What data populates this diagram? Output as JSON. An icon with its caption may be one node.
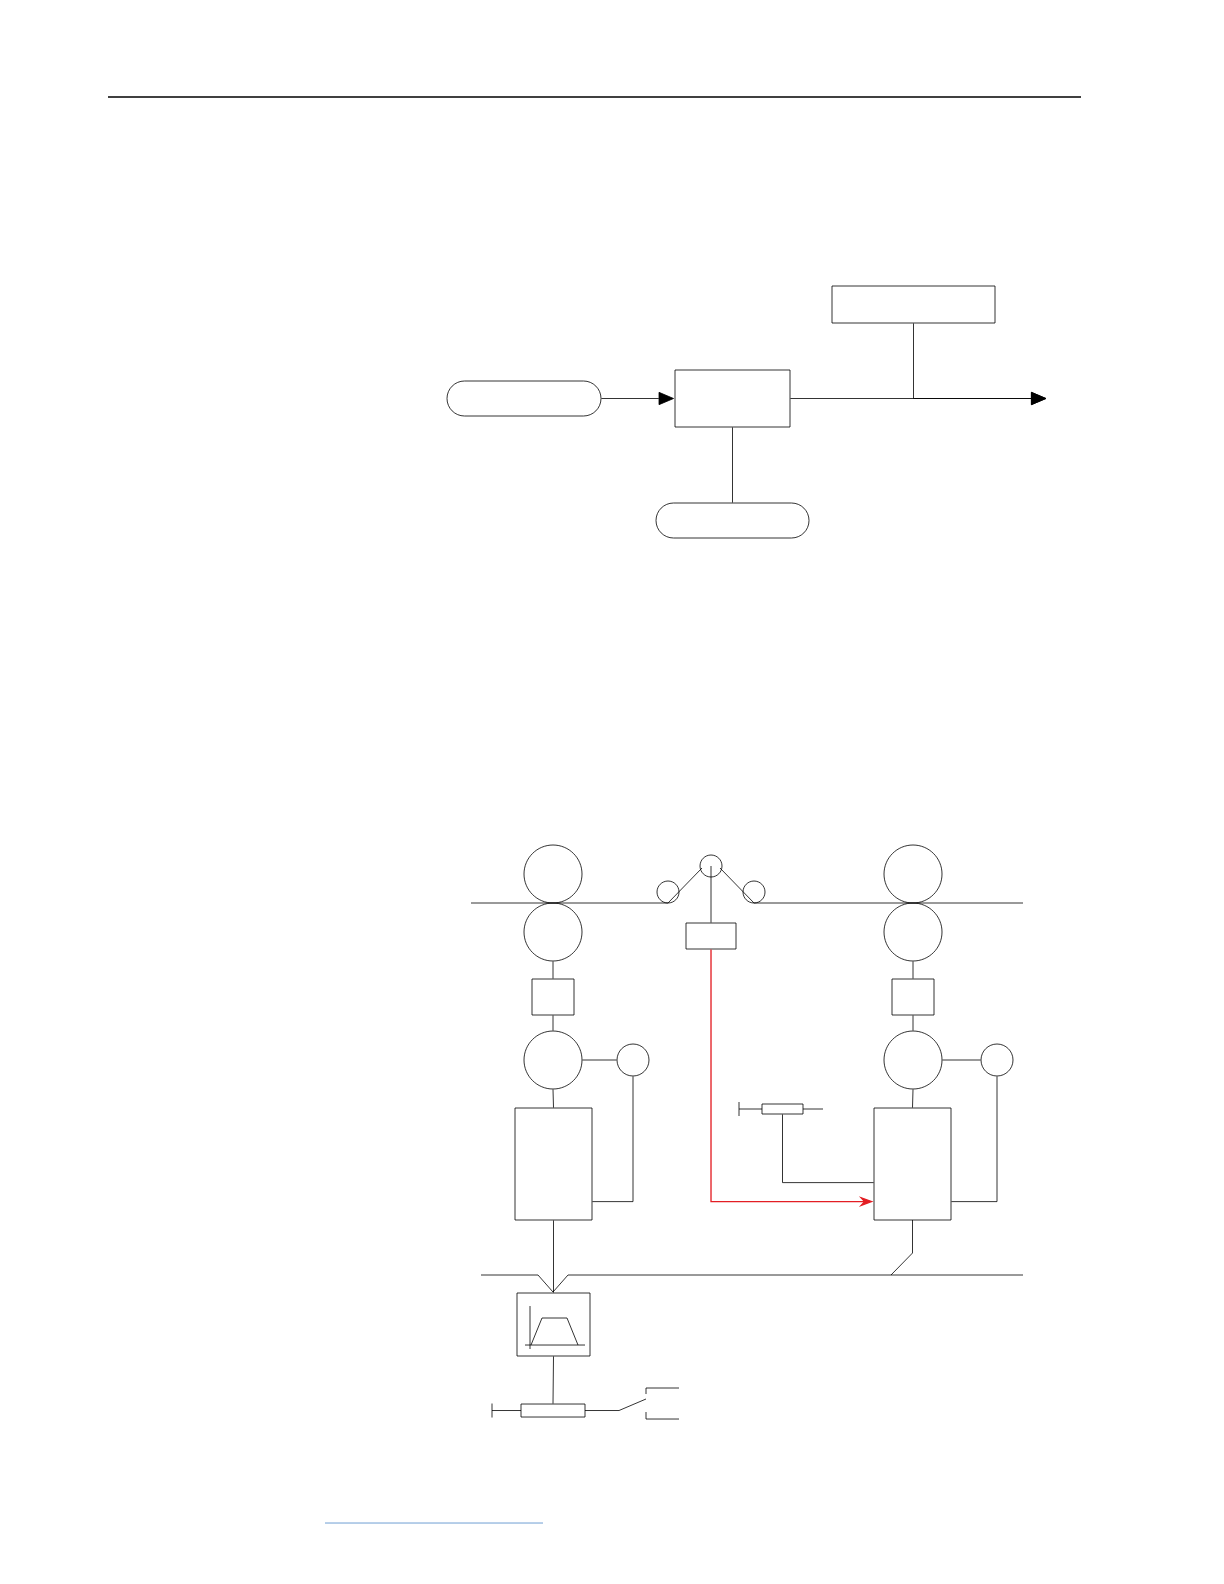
{
  "diagram": {
    "nodes": [
      {
        "text": [],
        "shape": "box"
      },
      {
        "text": [],
        "shape": "pill"
      },
      {
        "text": [],
        "shape": "box"
      },
      {
        "text": [],
        "shape": "pill"
      },
      {
        "text": [],
        "shape": "circle"
      },
      {
        "text": [],
        "shape": "circle"
      },
      {
        "text": [],
        "shape": "circle"
      },
      {
        "text": [],
        "shape": "circle"
      },
      {
        "text": [],
        "shape": "circle"
      },
      {
        "text": [],
        "shape": "circle"
      },
      {
        "text": [],
        "shape": "circle"
      },
      {
        "text": [],
        "shape": "box"
      },
      {
        "text": [],
        "shape": "box"
      },
      {
        "text": [],
        "shape": "box"
      },
      {
        "text": [],
        "shape": "circle"
      },
      {
        "text": [],
        "shape": "circle"
      },
      {
        "text": [],
        "shape": "circle"
      },
      {
        "text": [],
        "shape": "circle"
      },
      {
        "text": [],
        "shape": "resistor"
      },
      {
        "text": [],
        "shape": "box"
      },
      {
        "text": [],
        "shape": "box"
      },
      {
        "text": [],
        "shape": "box"
      },
      {
        "text": [],
        "shape": "resistor"
      }
    ],
    "edges": [
      {
        "from": 1,
        "to": 2,
        "arrow": "to"
      },
      {
        "from": 2,
        "to": null,
        "arrow": "to"
      },
      {
        "from": 0,
        "to": null,
        "arrow": "to"
      },
      {
        "from": 3,
        "to": 2,
        "arrow": "none"
      },
      {
        "from": 5,
        "to": 11,
        "arrow": "none"
      },
      {
        "from": 9,
        "to": 12,
        "arrow": "none"
      },
      {
        "from": 12,
        "to": 14,
        "arrow": "none"
      },
      {
        "from": 14,
        "to": 15,
        "arrow": "none"
      },
      {
        "from": 14,
        "to": 19,
        "arrow": "none"
      },
      {
        "from": 15,
        "to": 19,
        "arrow": "none"
      },
      {
        "from": 10,
        "to": 13,
        "arrow": "none"
      },
      {
        "from": 13,
        "to": 16,
        "arrow": "none"
      },
      {
        "from": 16,
        "to": 17,
        "arrow": "none"
      },
      {
        "from": 16,
        "to": 20,
        "arrow": "none"
      },
      {
        "from": 17,
        "to": 20,
        "arrow": "none"
      },
      {
        "from": 11,
        "to": 20,
        "arrow": "to",
        "color": "#e31e24"
      },
      {
        "from": 18,
        "to": 20,
        "arrow": "none"
      },
      {
        "from": 19,
        "to": 21,
        "arrow": "none"
      },
      {
        "from": 21,
        "to": 22,
        "arrow": "none"
      }
    ]
  }
}
